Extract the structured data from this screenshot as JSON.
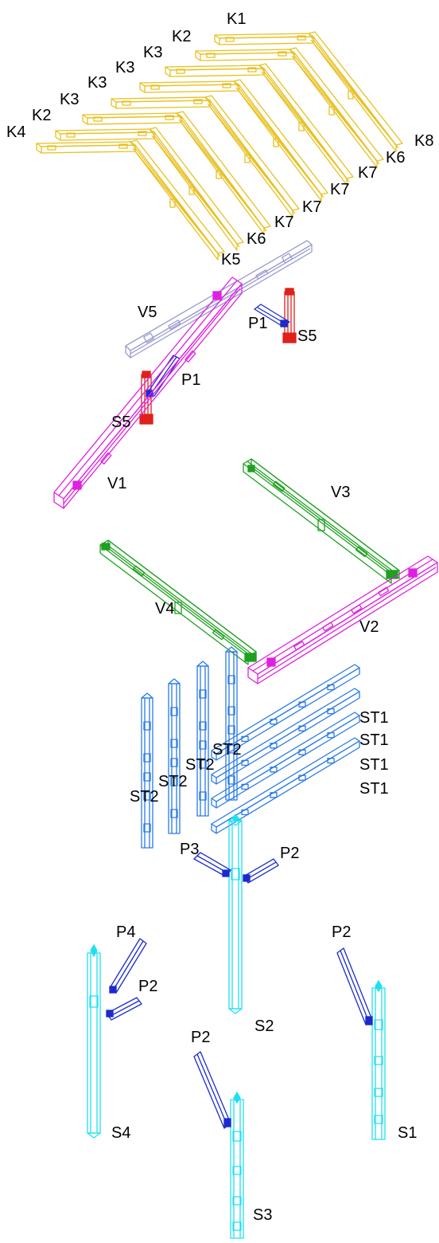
{
  "colors": {
    "rafter": "#e8c020",
    "top_beam_v5": "#9a9ad0",
    "short_post": "#e0201a",
    "brace": "#1a2ad0",
    "beam_v1_v2": "#e020e0",
    "beam_v3_v4": "#20a020",
    "stud": "#2a7ae8",
    "post": "#20e0f0"
  },
  "labels": {
    "k1": "K1",
    "k2a": "K2",
    "k3a": "K3",
    "k3b": "K3",
    "k3c": "K3",
    "k3d": "K3",
    "k2b": "K2",
    "k4": "K4",
    "k8": "K8",
    "k6a": "K6",
    "k7a": "K7",
    "k7b": "K7",
    "k7c": "K7",
    "k7d": "K7",
    "k6b": "K6",
    "k5": "K5",
    "v5": "V5",
    "p1a": "P1",
    "s5a": "S5",
    "p1b": "P1",
    "s5b": "S5",
    "v1": "V1",
    "v3": "V3",
    "v4": "V4",
    "v2": "V2",
    "st2a": "ST2",
    "st2b": "ST2",
    "st2c": "ST2",
    "st2d": "ST2",
    "st1a": "ST1",
    "st1b": "ST1",
    "st1c": "ST1",
    "st1d": "ST1",
    "p3": "P3",
    "p2a": "P2",
    "p4": "P4",
    "p2b": "P2",
    "p2c": "P2",
    "p2d": "P2",
    "s2": "S2",
    "s4": "S4",
    "s1": "S1",
    "s3": "S3"
  }
}
